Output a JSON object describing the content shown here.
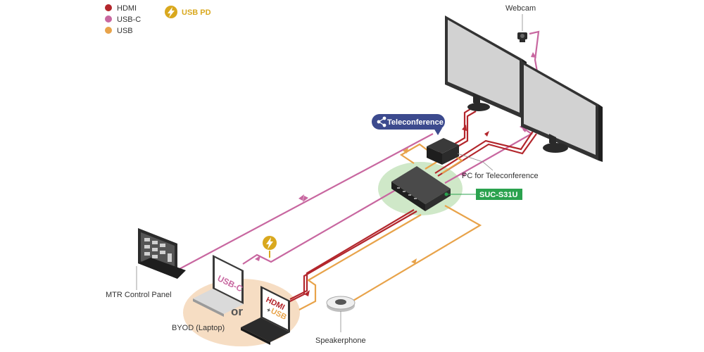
{
  "colors": {
    "hdmi": "#b3262c",
    "usbc": "#c867a0",
    "usb": "#e8a34a",
    "usbpd": "#d9a81e",
    "suc_badge": "#2aa24e",
    "tele_badge": "#3c4a8e",
    "zone_green": "#cfe8c8",
    "zone_peach": "#f6ddc3"
  },
  "legend": {
    "hdmi": "HDMI",
    "usbc": "USB-C",
    "usb": "USB",
    "usbpd": "USB PD"
  },
  "labels": {
    "webcam": "Webcam",
    "pc": "PC for Teleconference",
    "suc": "SUC-S31U",
    "teleconference": "Teleconference",
    "mtr": "MTR Control Panel",
    "byod": "BYOD (Laptop)",
    "speakerphone": "Speakerphone",
    "or_word": "or"
  },
  "laptop_screens": {
    "usbc": "USB-C",
    "hdmi": "HDMI",
    "plus": "+",
    "usb": "USB"
  },
  "icons": {
    "share": "share-icon",
    "bolt": "lightning-bolt-icon"
  }
}
